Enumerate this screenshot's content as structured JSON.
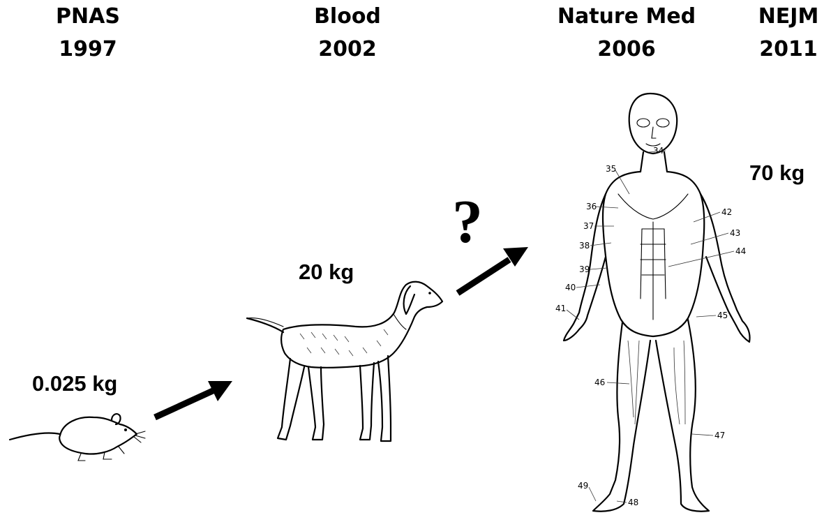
{
  "journals": [
    {
      "name": "PNAS",
      "year": "1997"
    },
    {
      "name": "Blood",
      "year": "2002"
    },
    {
      "name": "Nature Med",
      "year": "2006"
    },
    {
      "name": "NEJM",
      "year": "2011"
    }
  ],
  "subjects": [
    {
      "weight": "0.025 kg",
      "icon": "mouse-icon"
    },
    {
      "weight": "20 kg",
      "icon": "dog-icon"
    },
    {
      "weight": "70 kg",
      "icon": "human-muscle-anatomy-icon"
    }
  ],
  "question_mark": "?",
  "anatomy_labels": [
    "34",
    "35",
    "36",
    "37",
    "38",
    "39",
    "40",
    "41",
    "42",
    "43",
    "44",
    "45",
    "46",
    "47",
    "48",
    "49"
  ]
}
